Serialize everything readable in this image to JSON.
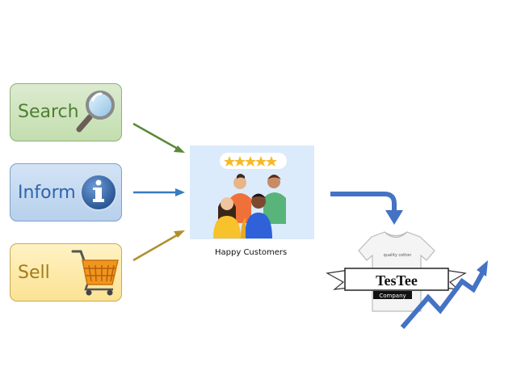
{
  "inputs": [
    {
      "label": "Search",
      "icon": "magnifier-icon",
      "color": "#4f7f2e"
    },
    {
      "label": "Inform",
      "icon": "info-icon",
      "color": "#2f65a9"
    },
    {
      "label": "Sell",
      "icon": "shopping-cart-icon",
      "color": "#a07c1e"
    }
  ],
  "center": {
    "caption": "Happy Customers",
    "illustration": "happy-customers-illustration",
    "rating_stars": 5
  },
  "output": {
    "brand": "TesTee",
    "sub_label": "Company",
    "shirt_text": "quality cotton",
    "icon": "tshirt-icon",
    "trend": "growth-arrow-icon"
  },
  "colors": {
    "search_arrow": "#5a8a3a",
    "inform_arrow": "#3b79c3",
    "sell_arrow": "#b0902a",
    "flow_arrow": "#4472c4",
    "growth_arrow": "#4472c4"
  }
}
